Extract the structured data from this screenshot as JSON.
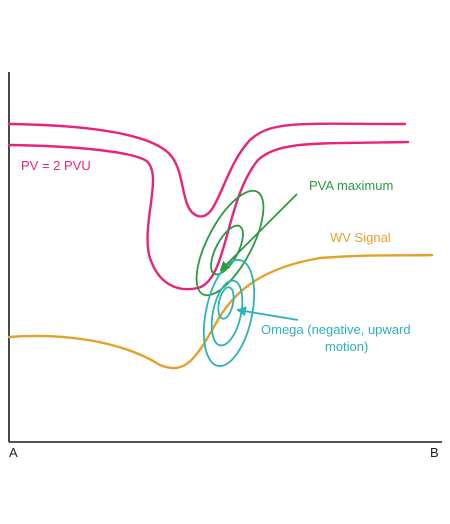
{
  "colors": {
    "pv": "#e8247a",
    "pva": "#2b9a3f",
    "wv": "#e4a12a",
    "omega": "#2ab3b8",
    "axis": "#1a1a1a"
  },
  "labels": {
    "pv_contour": "PV = 2 PVU",
    "pva_maximum": "PVA maximum",
    "wv_signal": "WV Signal",
    "omega_line1": "Omega (negative, upward",
    "omega_line2": "motion)",
    "axis_start": "A",
    "axis_end": "B"
  }
}
